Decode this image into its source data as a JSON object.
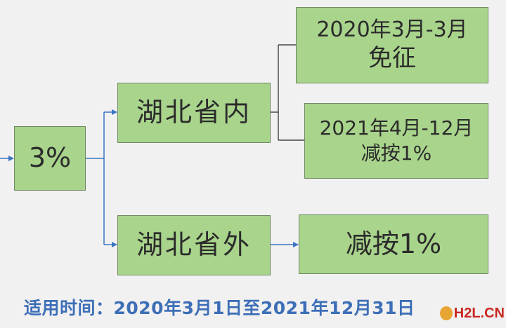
{
  "nodes": {
    "root": "3%",
    "hubei_in": "湖北省内",
    "hubei_out": "湖北省外",
    "result_1": {
      "line1": "2020年3月-3月",
      "line2": "免征"
    },
    "result_2": {
      "line1": "2021年4月-12月",
      "line2": "减按1%"
    },
    "result_3": "减按1%"
  },
  "footer": "适用时间：2020年3月1日至2021年12月31日",
  "watermark": "H2L.CN",
  "colors": {
    "node_fill": "#a9d48c",
    "node_border": "#6e8a64",
    "connector": "#3a75c4",
    "footer_text": "#3d6fb7"
  }
}
